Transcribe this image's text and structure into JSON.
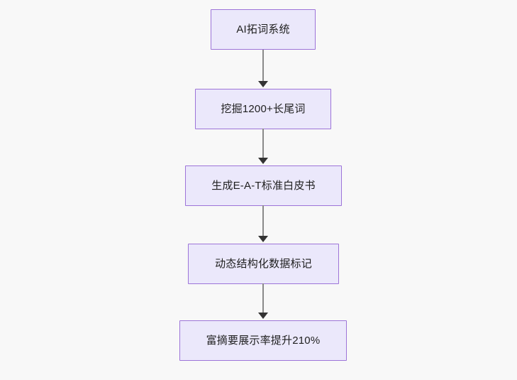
{
  "diagram": {
    "type": "flowchart",
    "direction": "top-to-bottom",
    "background_color": "#f8f8f8",
    "node_fill_color": "#ebe8fb",
    "node_border_color": "#9d74d8",
    "node_text_color": "#1f1f1f",
    "edge_line_color": "#8a8a8a",
    "edge_arrow_color": "#333333",
    "nodes": [
      {
        "id": "node-1",
        "label": "AI拓词系统"
      },
      {
        "id": "node-2",
        "label": "挖掘1200+长尾词"
      },
      {
        "id": "node-3",
        "label": "生成E-A-T标准白皮书"
      },
      {
        "id": "node-4",
        "label": "动态结构化数据标记"
      },
      {
        "id": "node-5",
        "label": "富摘要展示率提升210%"
      }
    ],
    "edges": [
      {
        "id": "edge-1",
        "from": "node-1",
        "to": "node-2",
        "arrow": "down"
      },
      {
        "id": "edge-2",
        "from": "node-2",
        "to": "node-3",
        "arrow": "down"
      },
      {
        "id": "edge-3",
        "from": "node-3",
        "to": "node-4",
        "arrow": "down"
      },
      {
        "id": "edge-4",
        "from": "node-4",
        "to": "node-5",
        "arrow": "down"
      }
    ]
  }
}
